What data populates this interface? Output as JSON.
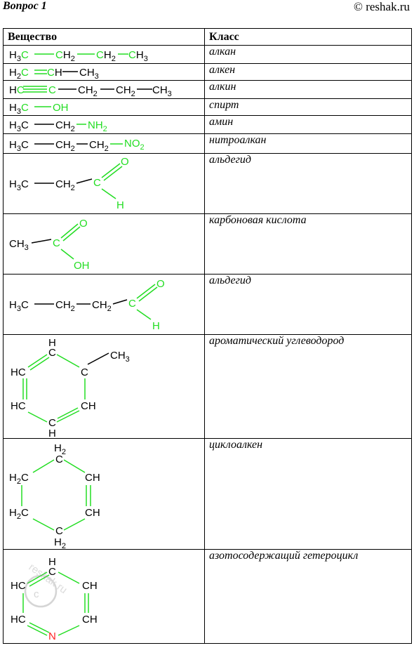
{
  "header": {
    "title": "Вопрос 1",
    "copyright": "© reshak.ru"
  },
  "table": {
    "col_substance": "Вещество",
    "col_class": "Класс",
    "rows": [
      {
        "class": "алкан"
      },
      {
        "class": "алкен"
      },
      {
        "class": "алкин"
      },
      {
        "class": "спирт"
      },
      {
        "class": "амин"
      },
      {
        "class": "нитроалкан"
      },
      {
        "class": "альдегид"
      },
      {
        "class": "карбоновая кислота"
      },
      {
        "class": "альдегид"
      },
      {
        "class": "ароматический углеводород"
      },
      {
        "class": "циклоалкен"
      },
      {
        "class": "азотосодержащий гетероцикл"
      }
    ]
  },
  "watermark": "reshak.ru",
  "colors": {
    "highlight": "#22dd22",
    "nitrogen": "#ff2222",
    "text": "#000000"
  }
}
